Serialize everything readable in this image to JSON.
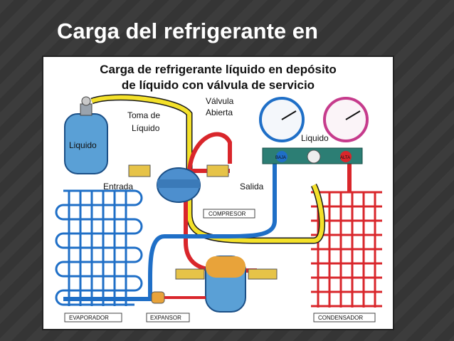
{
  "slide": {
    "title_line1": "Carga del refrigerante en",
    "title_line2": "líquido"
  },
  "diagram": {
    "title_line1": "Carga de refrigerante líquido en depósito",
    "title_line2": "de líquido con válvula de servicio",
    "labels": {
      "liquid_tank": "Liquido",
      "liquid_tap_1": "Toma de",
      "liquid_tap_2": "Líquido",
      "valve_1": "Válvula",
      "valve_2": "Abierta",
      "manifold_liquid": "Liquido",
      "inlet": "Entrada",
      "outlet": "Salida",
      "compressor": "COMPRESOR",
      "evaporator": "EVAPORADOR",
      "expansion": "EXPANSOR",
      "condenser": "CONDENSADOR",
      "low_gauge": "BAJA",
      "high_gauge": "ALTA"
    },
    "colors": {
      "yellow": "#f4e12a",
      "red": "#d9262b",
      "blue": "#1f6fc7",
      "tank": "#5aa0d6"
    }
  }
}
